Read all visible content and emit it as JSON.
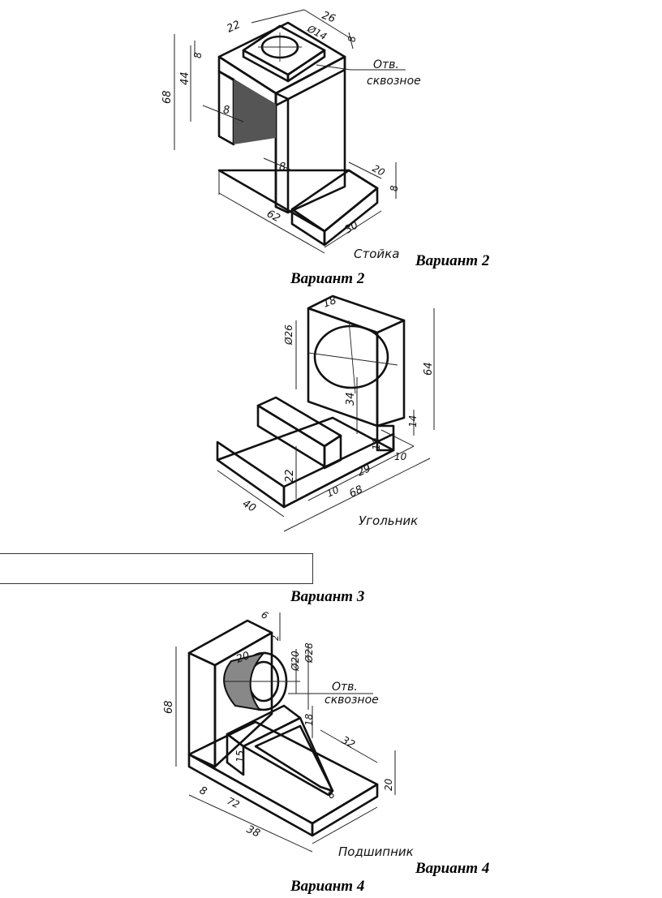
{
  "figure1": {
    "dims": [
      "26",
      "22",
      "Ø14",
      "8",
      "68",
      "44",
      "8",
      "8",
      "8",
      "20",
      "8",
      "62",
      "30"
    ],
    "note_line1": "Отв.",
    "note_line2": "сквозное",
    "label": "Стойка"
  },
  "caption_inline_1": "Вариант 2",
  "caption_1": "Вариант 2",
  "figure2": {
    "dims": [
      "18",
      "Ø26",
      "64",
      "34",
      "14",
      "10",
      "10",
      "22",
      "29",
      "10",
      "68",
      "40"
    ],
    "label": "Угольник"
  },
  "marker_glyph": "",
  "caption_2": "Вариант 3",
  "figure3": {
    "dims": [
      "6",
      "2",
      "20",
      "Ø20",
      "Ø28",
      "68",
      "18",
      "32",
      "15",
      "8",
      "20",
      "8",
      "72",
      "38"
    ],
    "note_line1": "Отв.",
    "note_line2": "сквозное",
    "label": "Подшипник"
  },
  "caption_inline_3": "Вариант 4",
  "caption_3": "Вариант 4"
}
